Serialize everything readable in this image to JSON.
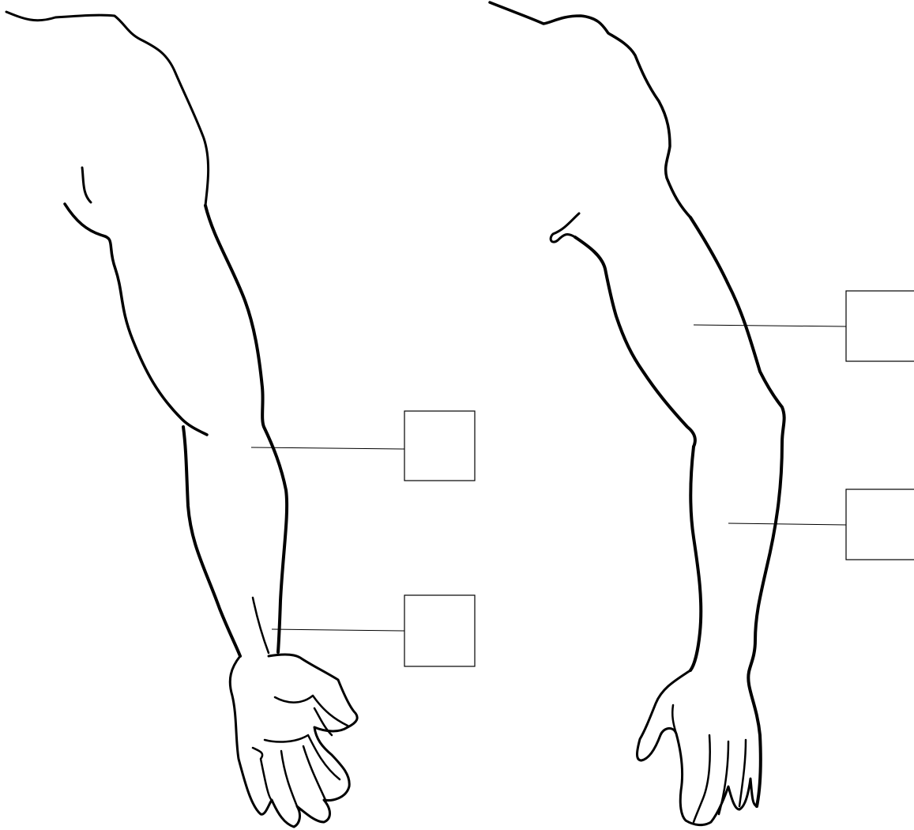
{
  "figure": {
    "title": "",
    "line_color": "#000000",
    "background": "#ffffff",
    "labels": [
      {
        "id": "left-forearm-upper",
        "text": ""
      },
      {
        "id": "left-wrist",
        "text": ""
      },
      {
        "id": "right-upper-arm",
        "text": ""
      },
      {
        "id": "right-forearm",
        "text": ""
      }
    ]
  }
}
